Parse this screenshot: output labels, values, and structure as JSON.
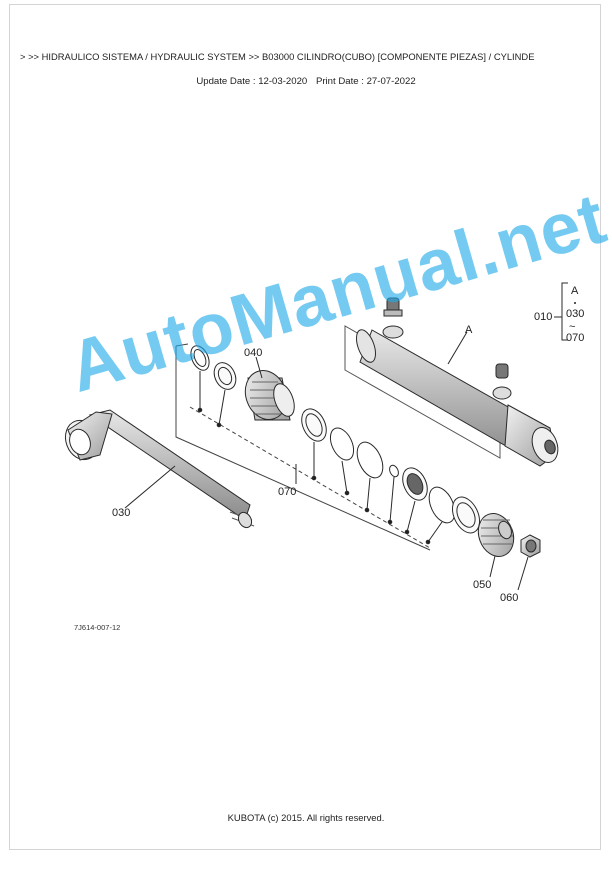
{
  "header": {
    "breadcrumb": "> >> HIDRAULICO SISTEMA / HYDRAULIC SYSTEM >> B03000   CILINDRO(CUBO) [COMPONENTE PIEZAS] / CYLINDE",
    "update_date": "Update Date : 12-03-2020",
    "print_date": "Print Date : 27-07-2022"
  },
  "diagram": {
    "callouts": {
      "c010": "010",
      "c030_top": "030",
      "c070_top": "070",
      "tilde": "~",
      "bracket_a": "A",
      "body_a": "A",
      "c040": "040",
      "c070": "070",
      "c030": "030",
      "c050": "050",
      "c060": "060"
    },
    "figure_code": "7J614-007-12",
    "watermark": "AutoManual.net",
    "colors": {
      "line": "#2a2a2a",
      "shade": "#9a9a9a",
      "watermark": "#1eaae6"
    }
  },
  "footer": {
    "copyright": "KUBOTA (c) 2015. All rights reserved."
  }
}
